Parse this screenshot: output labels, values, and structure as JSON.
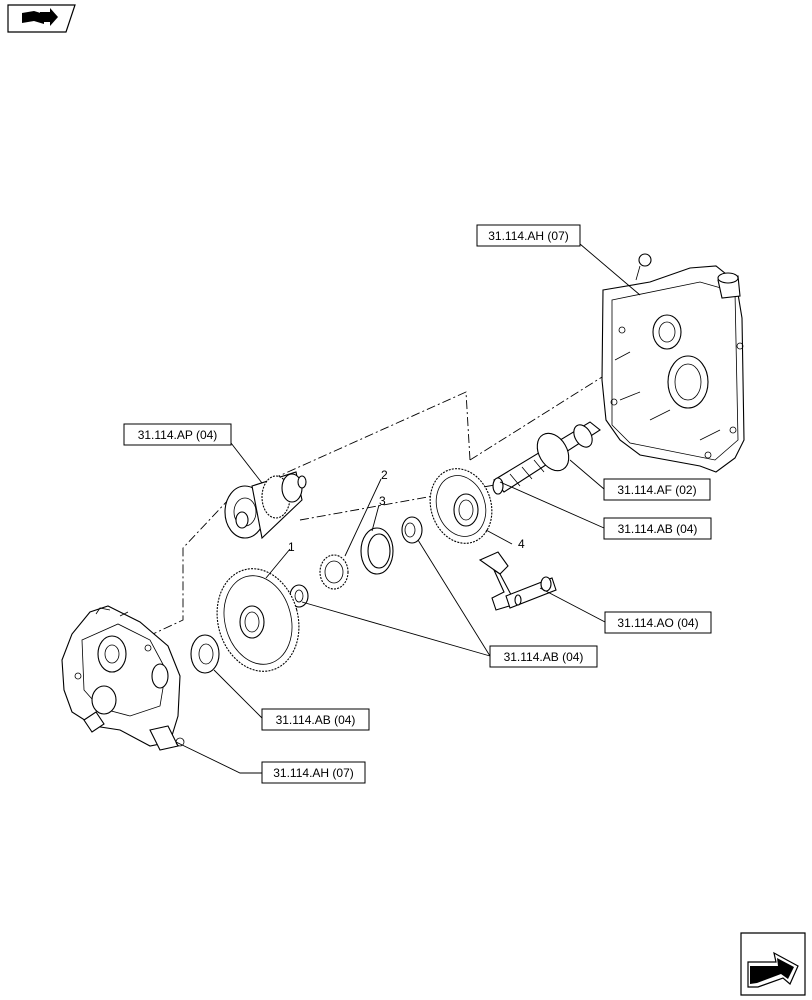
{
  "references": {
    "ah_top": "31.114.AH (07)",
    "ap": "31.114.AP (04)",
    "af": "31.114.AF (02)",
    "ab_right": "31.114.AB (04)",
    "ao": "31.114.AO (04)",
    "ab_center": "31.114.AB (04)",
    "ab_left": "31.114.AB (04)",
    "ah_bottom": "31.114.AH (07)"
  },
  "callouts": {
    "c1": "1",
    "c2": "2",
    "c3": "3",
    "c4": "4"
  },
  "icons": {
    "corner_top": "book-arrow-icon",
    "corner_bottom": "next-page-arrow-icon"
  }
}
